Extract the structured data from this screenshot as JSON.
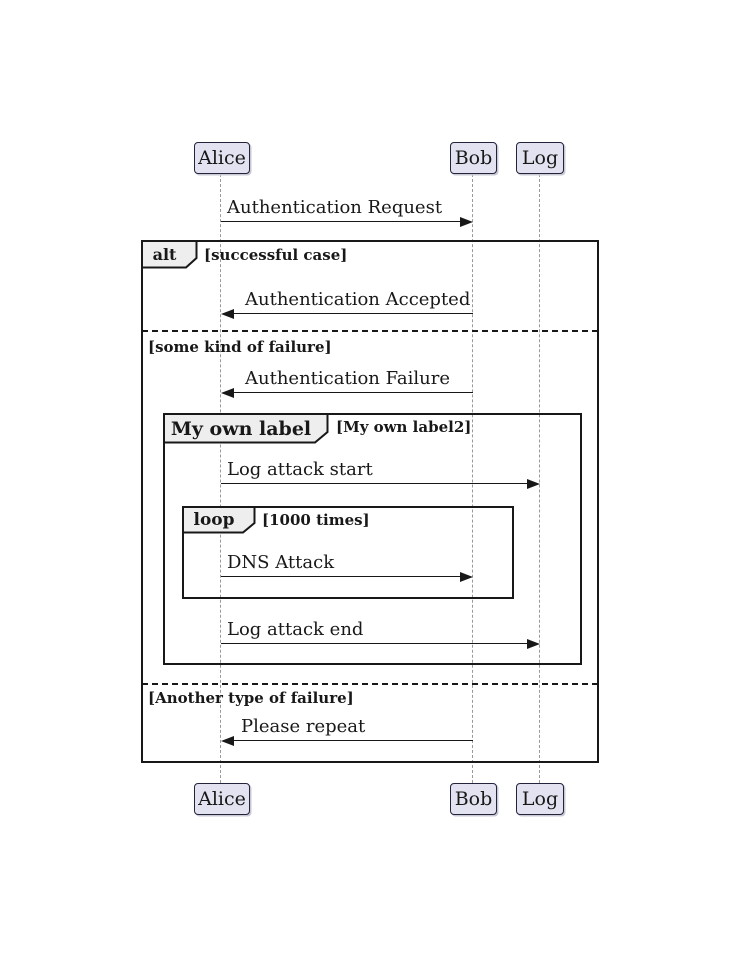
{
  "participants": [
    {
      "name": "Alice"
    },
    {
      "name": "Bob"
    },
    {
      "name": "Log"
    }
  ],
  "messages": [
    {
      "label": "Authentication Request",
      "from": "Alice",
      "to": "Bob"
    },
    {
      "label": "Authentication Accepted",
      "from": "Bob",
      "to": "Alice"
    },
    {
      "label": "Authentication Failure",
      "from": "Bob",
      "to": "Alice"
    },
    {
      "label": "Log attack start",
      "from": "Alice",
      "to": "Log"
    },
    {
      "label": "DNS Attack",
      "from": "Alice",
      "to": "Bob"
    },
    {
      "label": "Log attack end",
      "from": "Alice",
      "to": "Log"
    },
    {
      "label": "Please repeat",
      "from": "Bob",
      "to": "Alice"
    }
  ],
  "frames": {
    "alt": {
      "keyword": "alt",
      "sections": [
        {
          "condition": "[successful case]"
        },
        {
          "condition": "[some kind of failure]"
        },
        {
          "condition": "[Another type of failure]"
        }
      ]
    },
    "group": {
      "keyword": "My own label",
      "condition": "[My own label2]"
    },
    "loop": {
      "keyword": "loop",
      "condition": "[1000 times]"
    }
  },
  "colors": {
    "background": "#FFFFFF",
    "participant_fill": "#E2E2F0",
    "participant_border": "#23233C",
    "frame_border": "#181818",
    "frame_label_fill": "#EEEEEE",
    "lifeline": "#999999",
    "message_line": "#181818"
  }
}
